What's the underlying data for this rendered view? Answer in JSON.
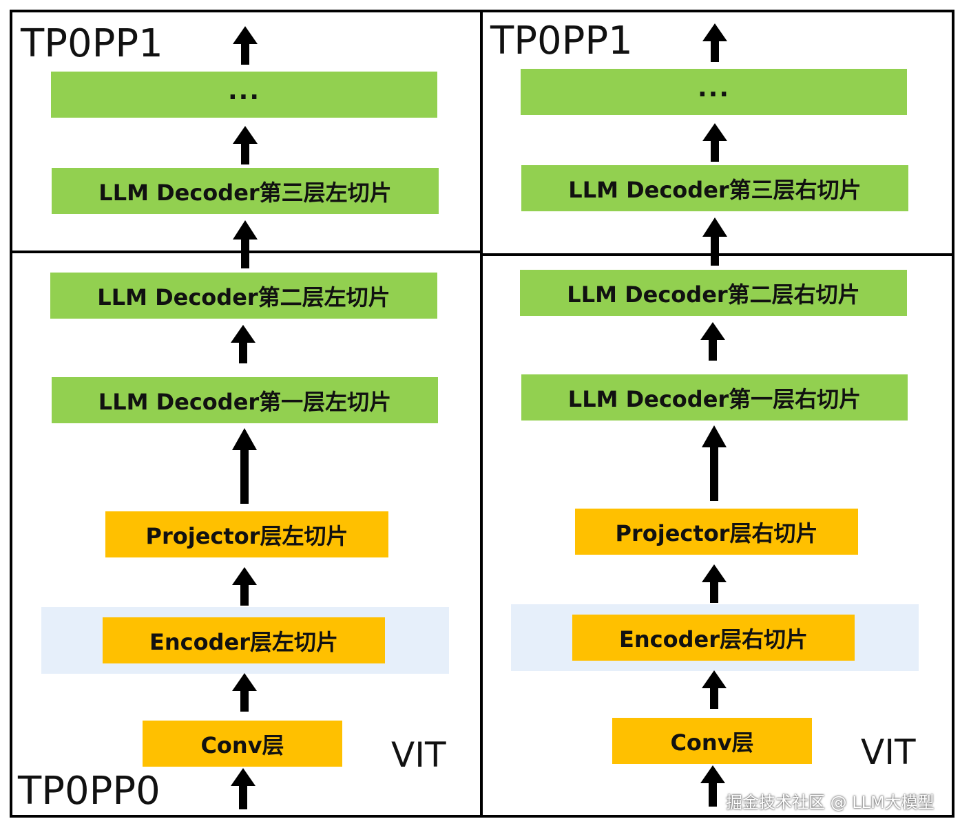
{
  "left": {
    "stage_top_label": "TP0PP1",
    "stage_bottom_label": "TP0PP0",
    "vit_label": "VIT",
    "blocks": {
      "dots": "...",
      "decoder3": "LLM Decoder第三层左切片",
      "decoder2": "LLM Decoder第二层左切片",
      "decoder1": "LLM Decoder第一层左切片",
      "projector": "Projector层左切片",
      "encoder": "Encoder层左切片",
      "conv": "Conv层"
    }
  },
  "right": {
    "stage_top_label": "TP0PP1",
    "vit_label": "VIT",
    "blocks": {
      "dots": "...",
      "decoder3": "LLM Decoder第三层右切片",
      "decoder2": "LLM Decoder第二层右切片",
      "decoder1": "LLM Decoder第一层右切片",
      "projector": "Projector层右切片",
      "encoder": "Encoder层右切片",
      "conv": "Conv层"
    }
  },
  "watermark": "掘金技术社区 @ LLM大模型",
  "colors": {
    "decoder_fill": "#92d050",
    "vision_fill": "#ffc000",
    "vit_background": "#e6effa",
    "line": "#000000"
  },
  "icons": {
    "arrow": "arrow-up-icon"
  }
}
